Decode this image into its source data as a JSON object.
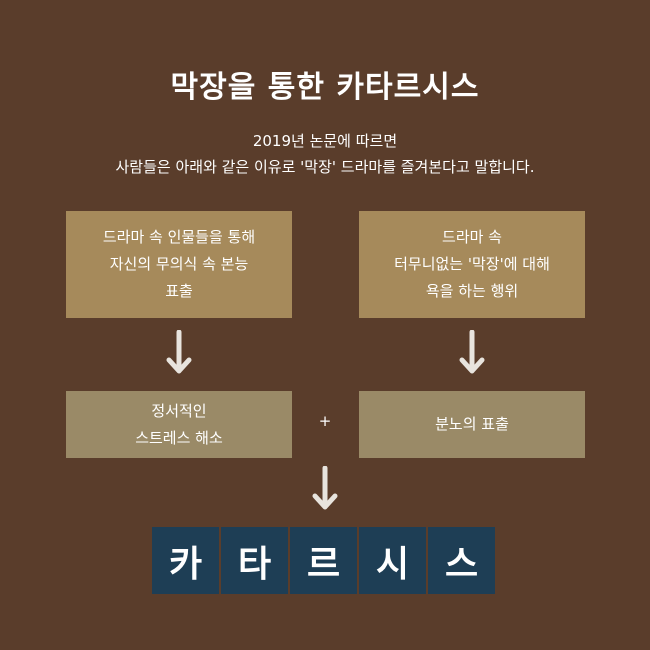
{
  "title": "막장을 통한 카타르시스",
  "intro": {
    "line1": "2019년 논문에 따르면",
    "line2": "사람들은 아래와 같은 이유로 '막장' 드라마를 즐겨본다고 말합니다."
  },
  "boxes": {
    "top_left": [
      "드라마 속 인물들을 통해",
      "자신의 무의식 속 본능",
      "표출"
    ],
    "top_right": [
      "드라마 속",
      "터무니없는 '막장'에 대해",
      "욕을 하는 행위"
    ],
    "mid_left": [
      "정서적인",
      "스트레스 해소"
    ],
    "mid_right": [
      "분노의 표출"
    ]
  },
  "plus": "+",
  "result_tiles": [
    "카",
    "타",
    "르",
    "시",
    "스"
  ],
  "colors": {
    "background": "#5a3d2b",
    "top_box": "#a68a5b",
    "mid_box": "#9a8a67",
    "tile": "#1e3e55",
    "arrow": "#e8e4de"
  }
}
